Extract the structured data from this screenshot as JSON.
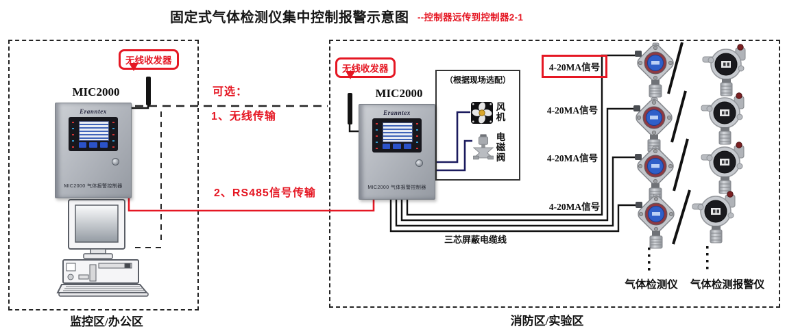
{
  "title": {
    "main": "固定式气体检测仪集中控制报警示意图",
    "suffix": "--控制器远传到控制器2-1"
  },
  "colors": {
    "accent_red": "#e51723",
    "wire_blue": "#1b1b5e",
    "cable_black": "#111111"
  },
  "options": {
    "heading": "可选：",
    "wireless": "1、无线传输",
    "rs485": "2、RS485信号传输"
  },
  "monitoring_zone": {
    "label": "监控区/办公区",
    "transceiver_label": "无线收发器",
    "controller": {
      "model": "MIC2000",
      "brand": "Eranntex",
      "caption": "MIC2000 气体报警控制器"
    }
  },
  "fire_zone": {
    "label": "消防区/实验区",
    "transceiver_label": "无线收发器",
    "controller": {
      "model": "MIC2000",
      "brand": "Eranntex",
      "caption": "MIC2000 气体报警控制器"
    },
    "option_box": {
      "title": "（根据现场选配）",
      "fan_label": "风机",
      "valve_label": "电磁阀"
    },
    "cable_label": "三芯屏蔽电缆线",
    "signal_labels": [
      "4-20MA信号",
      "4-20MA信号",
      "4-20MA信号",
      "4-20MA信号"
    ],
    "detector_labels": {
      "left": "气体检测仪",
      "right": "气体检测报警仪"
    }
  }
}
